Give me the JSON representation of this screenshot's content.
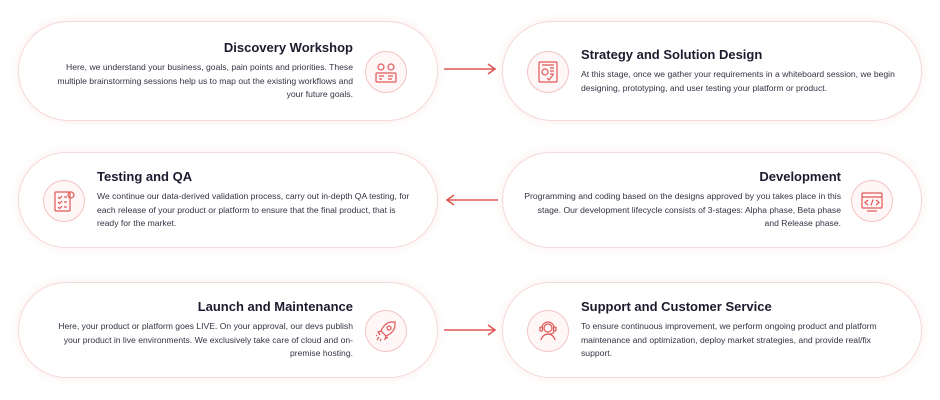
{
  "accent_color": "#e05757",
  "steps": [
    {
      "title": "Discovery Workshop",
      "description": "Here, we understand your business, goals, pain points and priorities. These multiple brainstorming sessions help us to map out the existing workflows and your future goals.",
      "icon": "brainstorm-icon"
    },
    {
      "title": "Strategy and Solution Design",
      "description": "At this stage, once we gather your requirements in a whiteboard session, we begin designing, prototyping, and user testing your platform or product.",
      "icon": "strategy-board-icon"
    },
    {
      "title": "Testing and QA",
      "description": "We continue our data-derived validation process, carry out in-depth QA testing, for each release of your product or platform to ensure that the final product, that is ready for the market.",
      "icon": "checklist-icon"
    },
    {
      "title": "Development",
      "description": "Programming and coding based on the designs approved by you takes place in this stage. Our development lifecycle consists of 3-stages: Alpha phase, Beta phase and Release phase.",
      "icon": "code-window-icon"
    },
    {
      "title": "Launch and Maintenance",
      "description": "Here, your product or platform goes LIVE. On your approval, our devs publish your product in live environments. We exclusively take care of cloud and on-premise hosting.",
      "icon": "rocket-icon"
    },
    {
      "title": "Support and Customer Service",
      "description": "To ensure continuous improvement, we perform ongoing product and platform maintenance and optimization, deploy market strategies, and provide real/fix support.",
      "icon": "support-agent-icon"
    }
  ]
}
